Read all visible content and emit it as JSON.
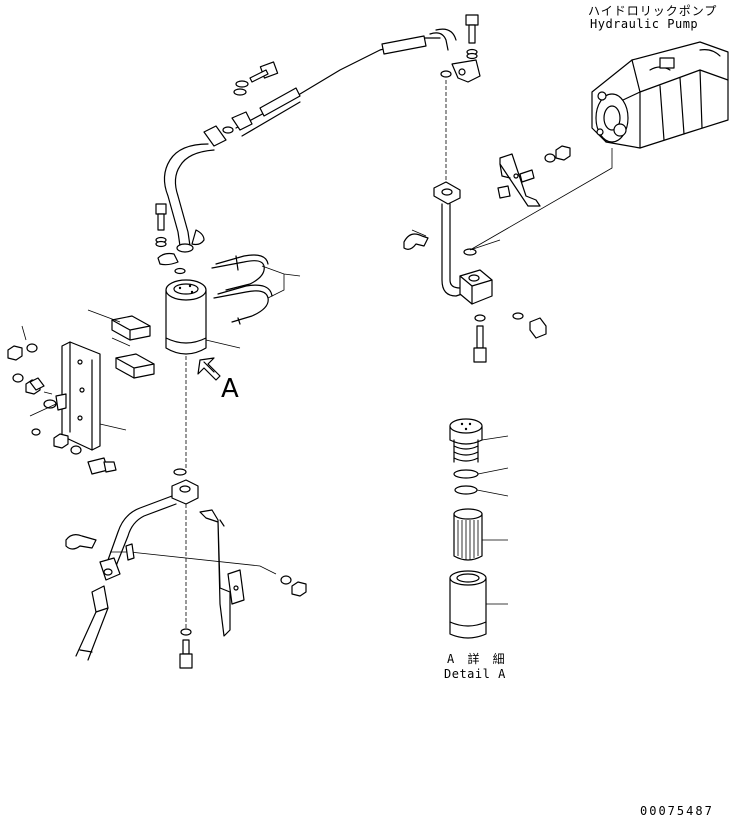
{
  "labels": {
    "pump_jp": "ハイドロリックポンプ",
    "pump_en": "Hydraulic Pump",
    "view_arrow": "A",
    "detail_jp": "A 詳 細",
    "detail_en": "Detail A",
    "figure_number": "00075487"
  }
}
